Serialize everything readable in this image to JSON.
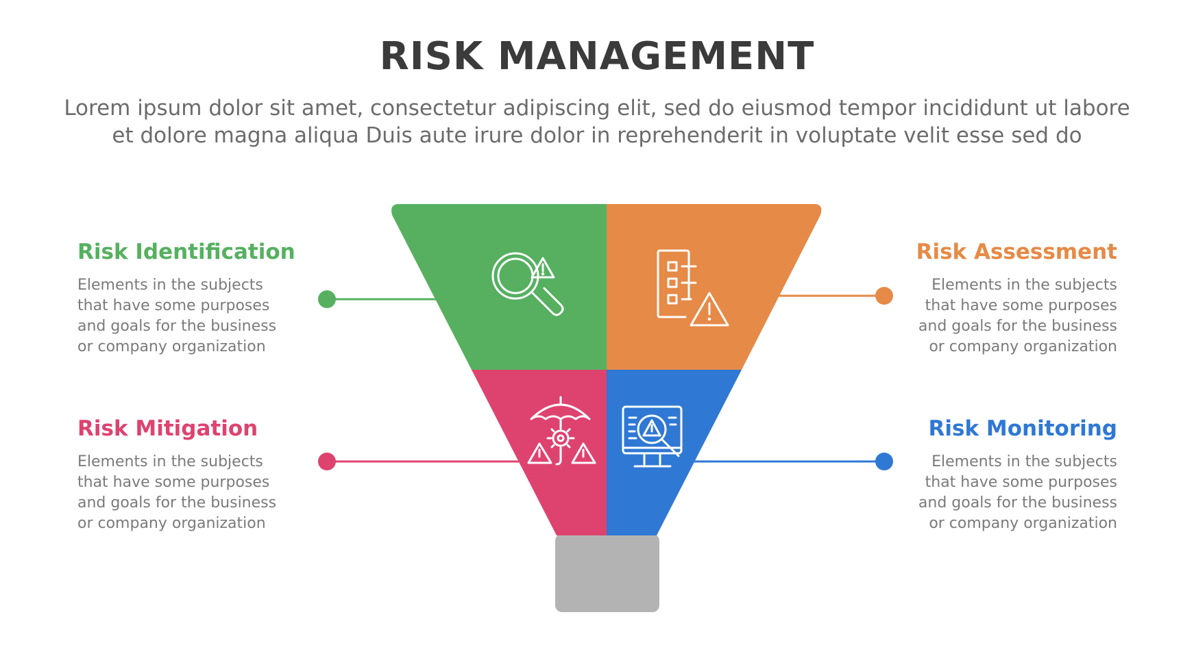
{
  "title": "RISK MANAGEMENT",
  "subtitle_lines": [
    "Lorem ipsum dolor sit amet, consectetur adipiscing elit, sed do eiusmod tempor incididunt ut labore",
    "et dolore magna aliqua Duis aute irure dolor in reprehenderit in voluptate velit esse sed do"
  ],
  "items": [
    {
      "heading": "Risk Identification",
      "color": "#56b060",
      "icon": "magnifier-warning-icon",
      "desc_lines": [
        "Elements in the subjects",
        "that have some purposes",
        "and goals for the  business",
        "or company organization"
      ]
    },
    {
      "heading": "Risk Assessment",
      "color": "#e68a47",
      "icon": "checklist-warning-icon",
      "desc_lines": [
        "Elements in the subjects",
        "that have some purposes",
        "and goals for the  business",
        "or company organization"
      ]
    },
    {
      "heading": "Risk Mitigation",
      "color": "#de4370",
      "icon": "umbrella-gear-warning-icon",
      "desc_lines": [
        "Elements in the subjects",
        "that have some purposes",
        "and goals for the  business",
        "or company organization"
      ]
    },
    {
      "heading": "Risk Monitoring",
      "color": "#2f78d4",
      "icon": "monitor-search-warning-icon",
      "desc_lines": [
        "Elements in the subjects",
        "that have some purposes",
        "and goals for the  business",
        "or company organization"
      ]
    }
  ],
  "funnel_stem_color": "#b3b3b3"
}
